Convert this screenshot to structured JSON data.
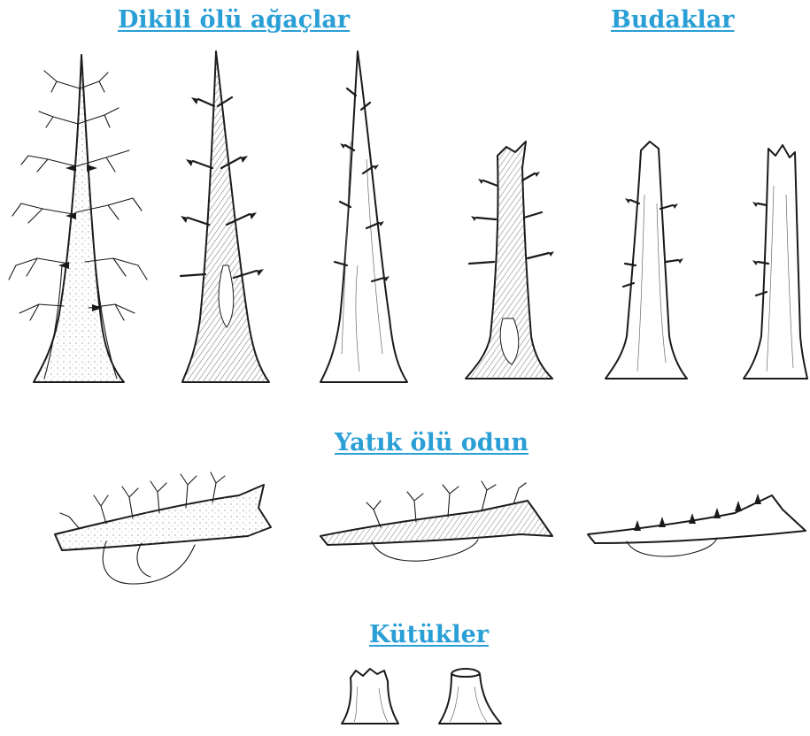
{
  "headings": {
    "standing_dead_trees": "Dikili ölü ağaçlar",
    "snags": "Budaklar",
    "lying_dead_wood": "Yatık ölü odun",
    "stumps": "Kütükler"
  },
  "colors": {
    "heading": "#2a9fd6",
    "ink": "#1a1a1a",
    "background": "#ffffff"
  }
}
